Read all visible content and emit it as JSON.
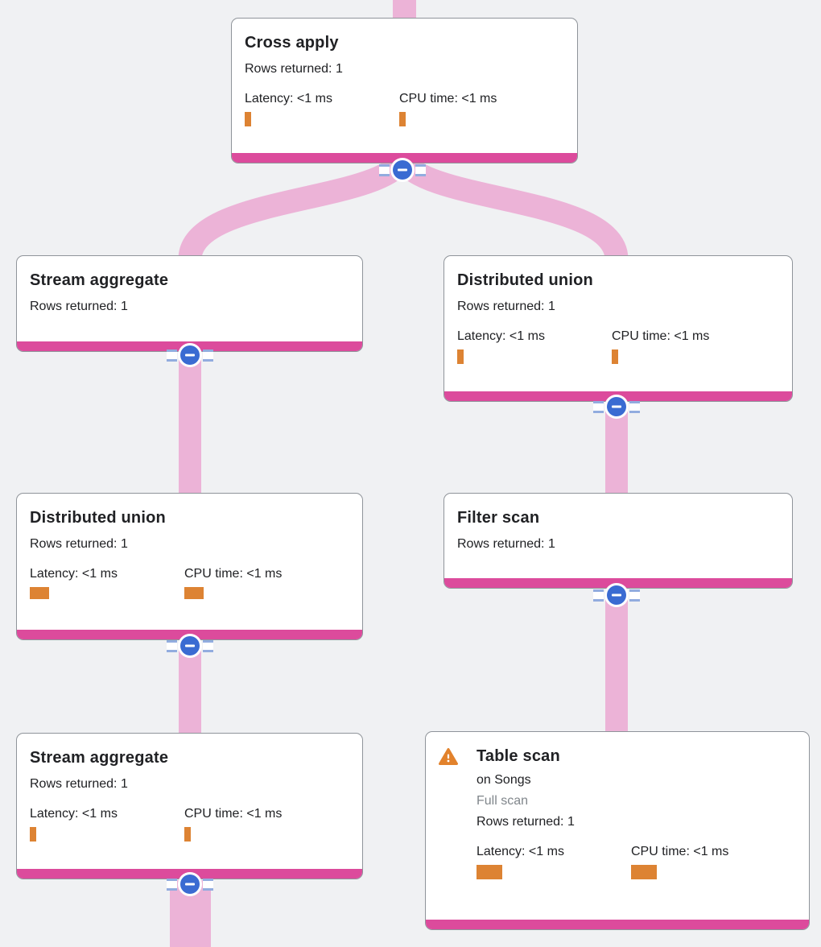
{
  "colors": {
    "background": "#f0f1f3",
    "card_bg": "#ffffff",
    "card_border": "#8f949a",
    "accent_bar": "#dc4b9c",
    "edge": "#ecb3d7",
    "button_blue": "#3a6bd2",
    "rail_blue": "#92acdf",
    "metric_bar": "#dd8333",
    "warning": "#e2822c",
    "title_text": "#202124",
    "body_text": "#202124",
    "muted_text": "#80868b"
  },
  "nodes": [
    {
      "title": "Cross apply",
      "rows": "Rows returned: 1",
      "latency_label": "Latency: <1 ms",
      "cpu_label": "CPU time: <1 ms",
      "latency_bar_size": "small",
      "cpu_bar_size": "small"
    },
    {
      "title": "Stream aggregate",
      "rows": "Rows returned: 1"
    },
    {
      "title": "Distributed union",
      "rows": "Rows returned: 1",
      "latency_label": "Latency: <1 ms",
      "cpu_label": "CPU time: <1 ms",
      "latency_bar_size": "small",
      "cpu_bar_size": "small"
    },
    {
      "title": "Distributed union",
      "rows": "Rows returned: 1",
      "latency_label": "Latency: <1 ms",
      "cpu_label": "CPU time: <1 ms",
      "latency_bar_size": "medium",
      "cpu_bar_size": "medium"
    },
    {
      "title": "Filter scan",
      "rows": "Rows returned: 1"
    },
    {
      "title": "Stream aggregate",
      "rows": "Rows returned: 1",
      "latency_label": "Latency: <1 ms",
      "cpu_label": "CPU time: <1 ms",
      "latency_bar_size": "small",
      "cpu_bar_size": "small"
    },
    {
      "title": "Table scan",
      "has_warning": true,
      "on_target": "on Songs",
      "scan_type": "Full scan",
      "rows": "Rows returned: 1",
      "latency_label": "Latency: <1 ms",
      "cpu_label": "CPU time: <1 ms",
      "latency_bar_size": "large",
      "cpu_bar_size": "large"
    }
  ]
}
